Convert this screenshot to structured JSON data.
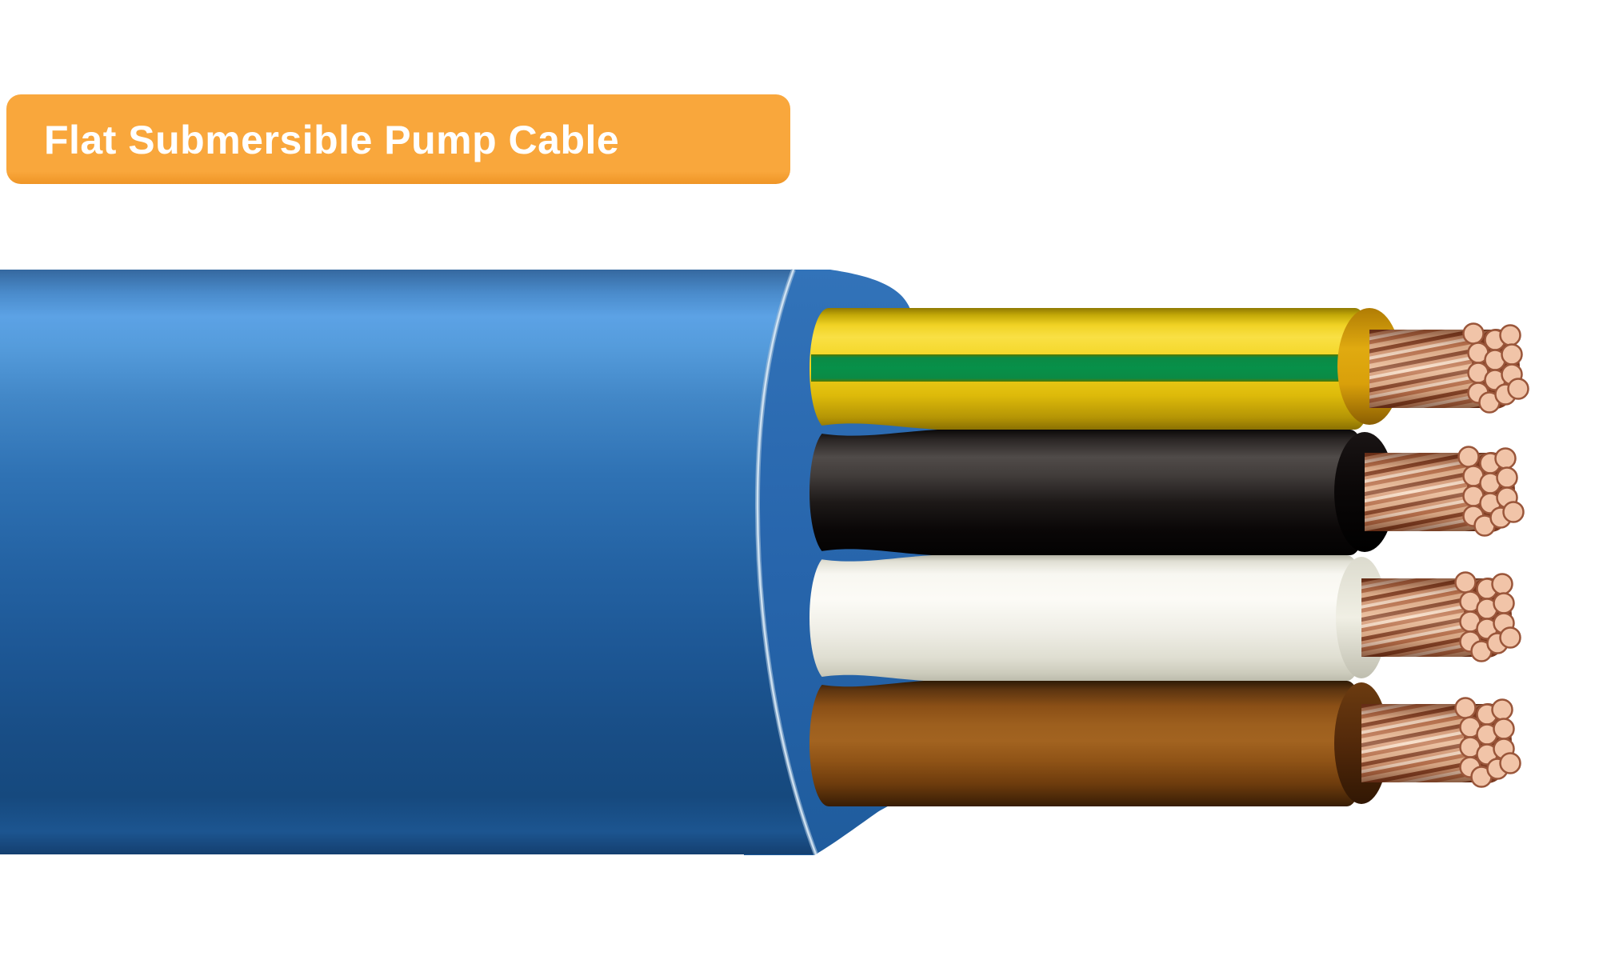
{
  "title_badge": {
    "label": "Flat Submersible Pump Cable",
    "bg_top": "#F9A73C",
    "bg_bottom": "#EF9526",
    "text_color": "#FFFFFF"
  },
  "cable": {
    "description": "flat-submersible-pump-cable-cutaway",
    "sheath_stops": [
      "#35689F",
      "#4A8BCB",
      "#5CA2E5",
      "#559CDC",
      "#4287C7",
      "#2F72B4",
      "#2463A4",
      "#1D5795",
      "#184D85",
      "#16497E",
      "#1C5590",
      "#143E6E"
    ],
    "panel_stops": [
      "#3273B9",
      "#2765AC",
      "#1F5C9D"
    ],
    "cut_highlight": {
      "outer": "#9FBDD8",
      "inner": "#DCEBF7"
    },
    "conductors": [
      {
        "name": "yellow-green-earth",
        "stops": [
          "#8F7902",
          "#C5AA08",
          "#F0D224",
          "#F9E044",
          "#F3D41F",
          "#DDBA0A",
          "#B59505",
          "#8A7002"
        ],
        "rim": [
          "#B07C04",
          "#E0AA10",
          "#D9A00A",
          "#8A5E02"
        ],
        "stripe": [
          "#567800",
          "#0B8A45",
          "#079049",
          "#0B8A45",
          "#567800"
        ]
      },
      {
        "name": "black",
        "stops": [
          "#0B0908",
          "#2B2625",
          "#504B49",
          "#423D3B",
          "#1D1918",
          "#0A0707",
          "#030202"
        ],
        "rim": [
          "#191414",
          "#0A0707",
          "#000000"
        ]
      },
      {
        "name": "white",
        "stops": [
          "#B5B4A6",
          "#E0DFD4",
          "#F8F7F1",
          "#FCFBF6",
          "#EFEEE6",
          "#DFDED1",
          "#CCCBBC",
          "#BCBBAC"
        ],
        "rim": [
          "#DCDBCE",
          "#F0EFE4",
          "#BFBEAF"
        ]
      },
      {
        "name": "brown",
        "stops": [
          "#2E1A05",
          "#5C3410",
          "#8A4F16",
          "#9D5F1E",
          "#A26320",
          "#8F5316",
          "#6E3C0D",
          "#371D05"
        ],
        "rim": [
          "#6B3B10",
          "#53290A",
          "#311703"
        ]
      }
    ],
    "copper": {
      "base_stops": [
        "#A05838",
        "#C98C69",
        "#ECBE9E",
        "#F7DAC2",
        "#E7B592",
        "#C07F57",
        "#98522F"
      ],
      "strand_stripes": [
        "#7E3B20",
        "#D89C78",
        "#F7E0CC",
        "#B96F4A",
        "#E8B894"
      ],
      "end_fill": "#F1C4A8",
      "end_stroke": "#9A563A",
      "end_backdrop": "#7C3A20"
    }
  }
}
